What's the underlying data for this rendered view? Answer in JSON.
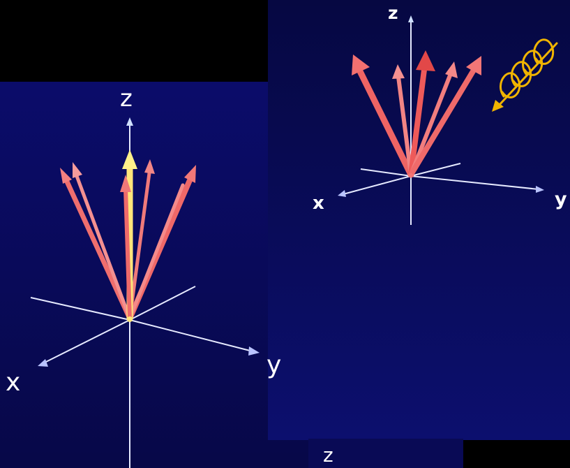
{
  "panel_left": {
    "axis_z": "z",
    "axis_x": "x",
    "axis_y": "y"
  },
  "panel_right": {
    "axis_z": "z",
    "axis_x": "x",
    "axis_y": "y"
  },
  "panel_bottom": {
    "axis_z": "z"
  },
  "colors": {
    "background": "#000000",
    "panel_blue": "#0a0b5c",
    "spin_vector": "#f06a6a",
    "net_magnetization": "#ffe86a",
    "axis_line": "#e8ecff",
    "rf_wave": "#f0b400"
  },
  "icons": {
    "rf_pulse": "rf-wave-icon"
  }
}
